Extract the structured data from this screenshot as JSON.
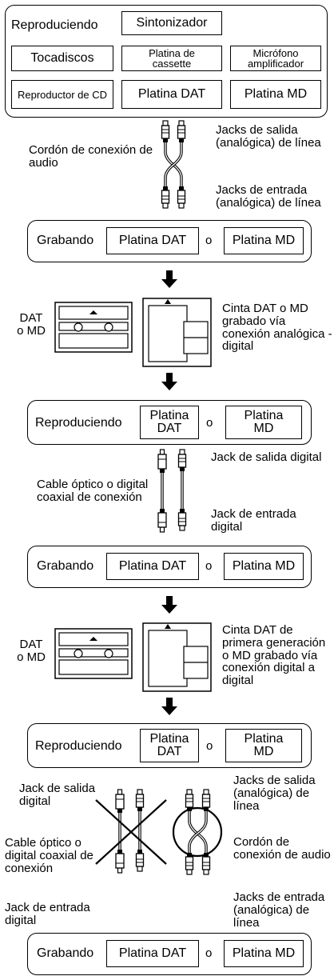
{
  "top_panel": {
    "reproduciendo": "Reproduciendo",
    "sintonizador": "Sintonizador",
    "tocadiscos": "Tocadiscos",
    "platina_cassette": "Platina de cassette",
    "microfono": "Micrófono amplificador",
    "reproductor_cd": "Reproductor de CD",
    "platina_dat": "Platina DAT",
    "platina_md": "Platina MD"
  },
  "section1": {
    "cordon_label": "Cordón de conexión de audio",
    "salida_label": "Jacks de salida (analógica) de línea",
    "entrada_label": "Jacks de entrada (analógica) de línea"
  },
  "record1": {
    "grabando": "Grabando",
    "platina_dat": "Platina DAT",
    "o": "o",
    "platina_md": "Platina MD"
  },
  "media1": {
    "dat_o_md": "DAT o MD",
    "caption": "Cinta DAT o MD grabado vía conexión analógica - digital"
  },
  "play2": {
    "reproduciendo": "Reproduciendo",
    "platina_dat": "Platina DAT",
    "o": "o",
    "platina_md": "Platina MD"
  },
  "section2": {
    "cable_label": "Cable óptico o digital coaxial de conexión",
    "salida_label": "Jack de salida digital",
    "entrada_label": "Jack de entrada digital"
  },
  "record2": {
    "grabando": "Grabando",
    "platina_dat": "Platina DAT",
    "o": "o",
    "platina_md": "Platina MD"
  },
  "media2": {
    "dat_o_md": "DAT o MD",
    "caption": "Cinta DAT de primera generación o MD grabado vía conexión digital a digital"
  },
  "play3": {
    "reproduciendo": "Reproduciendo",
    "platina_dat": "Platina DAT",
    "o": "o",
    "platina_md": "Platina MD"
  },
  "section3": {
    "jack_salida_digital": "Jack de salida digital",
    "cable_label": "Cable óptico o digital coaxial de conexión",
    "jack_entrada_digital": "Jack de entrada digital",
    "jacks_salida": "Jacks de salida (analógica) de línea",
    "cordon_label": "Cordón de conexión de audio",
    "jacks_entrada": "Jacks de entrada (analógica) de línea"
  },
  "record3": {
    "grabando": "Grabando",
    "platina_dat": "Platina DAT",
    "o": "o",
    "platina_md": "Platina MD"
  }
}
